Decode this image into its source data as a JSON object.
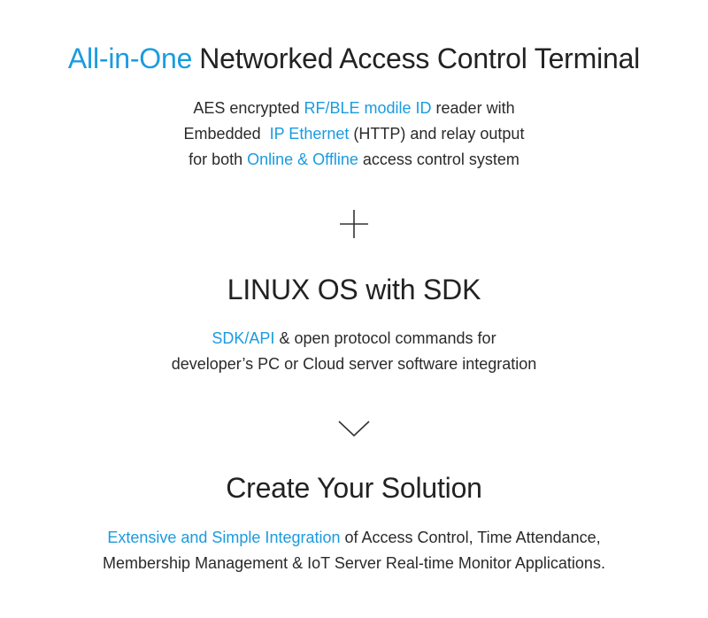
{
  "header": {
    "highlight": "All-in-One",
    "rest": "Networked Access Control Terminal"
  },
  "intro": {
    "line1": {
      "pre": "AES encrypted ",
      "hl": "RF/BLE modile ID",
      "post": " reader with"
    },
    "line2": {
      "pre": "Embedded  ",
      "hl": "IP Ethernet",
      "post": " (HTTP) and relay output"
    },
    "line3": {
      "pre": "for both ",
      "hl": "Online & Offline",
      "post": " access control system"
    }
  },
  "plus_icon": "plus-icon",
  "linux": {
    "title": "LINUX OS with SDK",
    "line1": {
      "hl": "SDK/API",
      "post": " & open protocol commands for"
    },
    "line2": "developer’s PC or Cloud server software integration"
  },
  "chevron_icon": "chevron-down-icon",
  "solution": {
    "title": "Create Your Solution",
    "line1": {
      "hl": "Extensive and Simple Integration",
      "post": " of Access Control, Time Attendance,"
    },
    "line2": "Membership Management & IoT Server Real-time Monitor Applications."
  },
  "colors": {
    "accent": "#1a9be0",
    "text": "#222222",
    "background": "#ffffff"
  }
}
